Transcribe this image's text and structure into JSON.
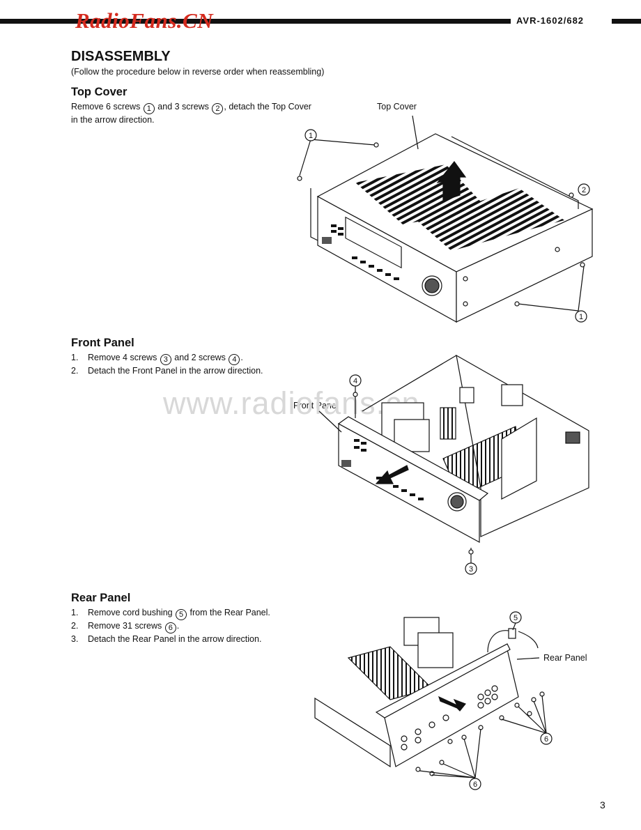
{
  "header": {
    "logo": "RadioFans.CN",
    "model": "AVR-1602/682"
  },
  "title": "DISASSEMBLY",
  "note": "(Follow the procedure below in reverse order when reassembling)",
  "watermark": "www.radiofans.cn",
  "top_cover": {
    "heading": "Top Cover",
    "line1_a": "Remove 6 screws ",
    "n1": "1",
    "line1_b": " and 3 screws ",
    "n2": "2",
    "line1_c": ", detach the Top Cover",
    "line2": "in the arrow direction.",
    "label": "Top Cover",
    "callouts": [
      "1",
      "2",
      "1"
    ]
  },
  "front_panel": {
    "heading": "Front Panel",
    "steps": [
      {
        "num": "1.",
        "a": "Remove 4 screws ",
        "c1": "3",
        "b": " and 2 screws ",
        "c2": "4",
        "c": "."
      },
      {
        "num": "2.",
        "text": "Detach the Front Panel in the arrow direction."
      }
    ],
    "label": "Front Panel",
    "callouts": [
      "4",
      "3"
    ]
  },
  "rear_panel": {
    "heading": "Rear Panel",
    "steps": [
      {
        "num": "1.",
        "a": "Remove cord bushing ",
        "c1": "5",
        "b": " from the Rear Panel."
      },
      {
        "num": "2.",
        "a": "Remove 31 screws ",
        "c1": "6",
        "b": "."
      },
      {
        "num": "3.",
        "text": "Detach the Rear Panel in the arrow direction."
      }
    ],
    "label": "Rear Panel",
    "callouts": [
      "5",
      "6",
      "6"
    ]
  },
  "page_number": "3",
  "colors": {
    "logo": "#d42a1e",
    "ink": "#111111",
    "watermark": "#d8d8d8"
  }
}
